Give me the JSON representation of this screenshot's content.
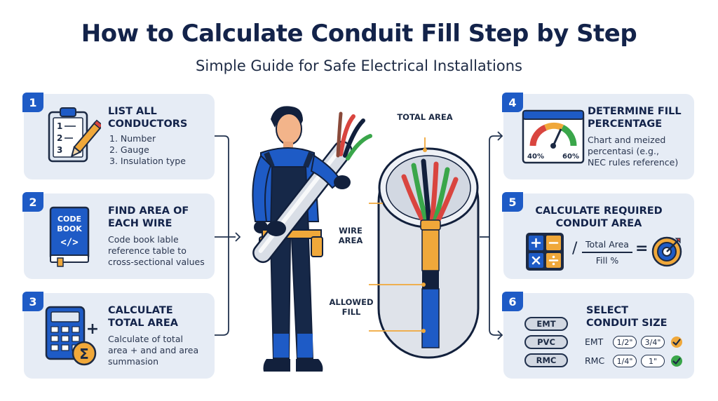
{
  "title": "How to Calculate Conduit Fill Step by Step",
  "subtitle": "Simple Guide for Safe Electrical Installations",
  "steps": [
    {
      "number": "1",
      "title_lines": [
        "LIST ALL",
        "CONDUCTORS"
      ],
      "text_lines": [
        "1. Number",
        "2. Gauge",
        "3. Insulation type"
      ],
      "icon": "clipboard-icon",
      "icon_numbers": [
        "1",
        "2",
        "3"
      ]
    },
    {
      "number": "2",
      "title_lines": [
        "FIND AREA OF",
        "EACH WIRE"
      ],
      "text_lines": [
        "Code book lable",
        "reference table to",
        "cross-sectional values"
      ],
      "icon": "code-book-icon",
      "icon_lines": [
        "CODE",
        "BOOK",
        "</>"
      ]
    },
    {
      "number": "3",
      "title_lines": [
        "CALCULATE",
        "TOTAL AREA"
      ],
      "text_lines": [
        "Calculate of total",
        "area + and and area",
        "summasion"
      ],
      "icon": "calculator-icon",
      "icon_symbols": [
        "+",
        "Σ"
      ]
    },
    {
      "number": "4",
      "title_lines": [
        "DETERMINE FILL",
        "PERCENTAGE"
      ],
      "text_lines": [
        "Chart and meized",
        "percentasi (e.g.,",
        "NEC rules reference)"
      ],
      "icon": "gauge-chart-icon",
      "gauge_labels": [
        "40%",
        "60%"
      ]
    },
    {
      "number": "5",
      "title_lines": [
        "CALCULATE REQUIRED",
        "CONDUIT AREA"
      ],
      "icon": "calculator-target-icon",
      "formula": {
        "slash": "/",
        "numerator": "Total Area",
        "denominator": "Fill %",
        "equals": "="
      }
    },
    {
      "number": "6",
      "title_lines": [
        "SELECT",
        "CONDUIT SIZE"
      ],
      "conduits": [
        "EMT",
        "PVC",
        "RMC"
      ],
      "size_rows": [
        {
          "type": "EMT",
          "sizes": [
            "1/2\"",
            "3/4\""
          ],
          "status": "check-orange"
        },
        {
          "type": "RMC",
          "sizes": [
            "1/4\"",
            "1\""
          ],
          "status": "check-green"
        }
      ]
    }
  ],
  "diagram": {
    "total_area": "TOTAL AREA",
    "wire_area": [
      "WIRE",
      "AREA"
    ],
    "allowed_fill": [
      "ALLOWED",
      "FILL"
    ]
  },
  "colors": {
    "accent": "#1e5bc6",
    "navy": "#13234a",
    "card_bg": "#e6ecf5",
    "orange": "#f0a83a",
    "green": "#3aa64a",
    "red": "#d9453f"
  }
}
